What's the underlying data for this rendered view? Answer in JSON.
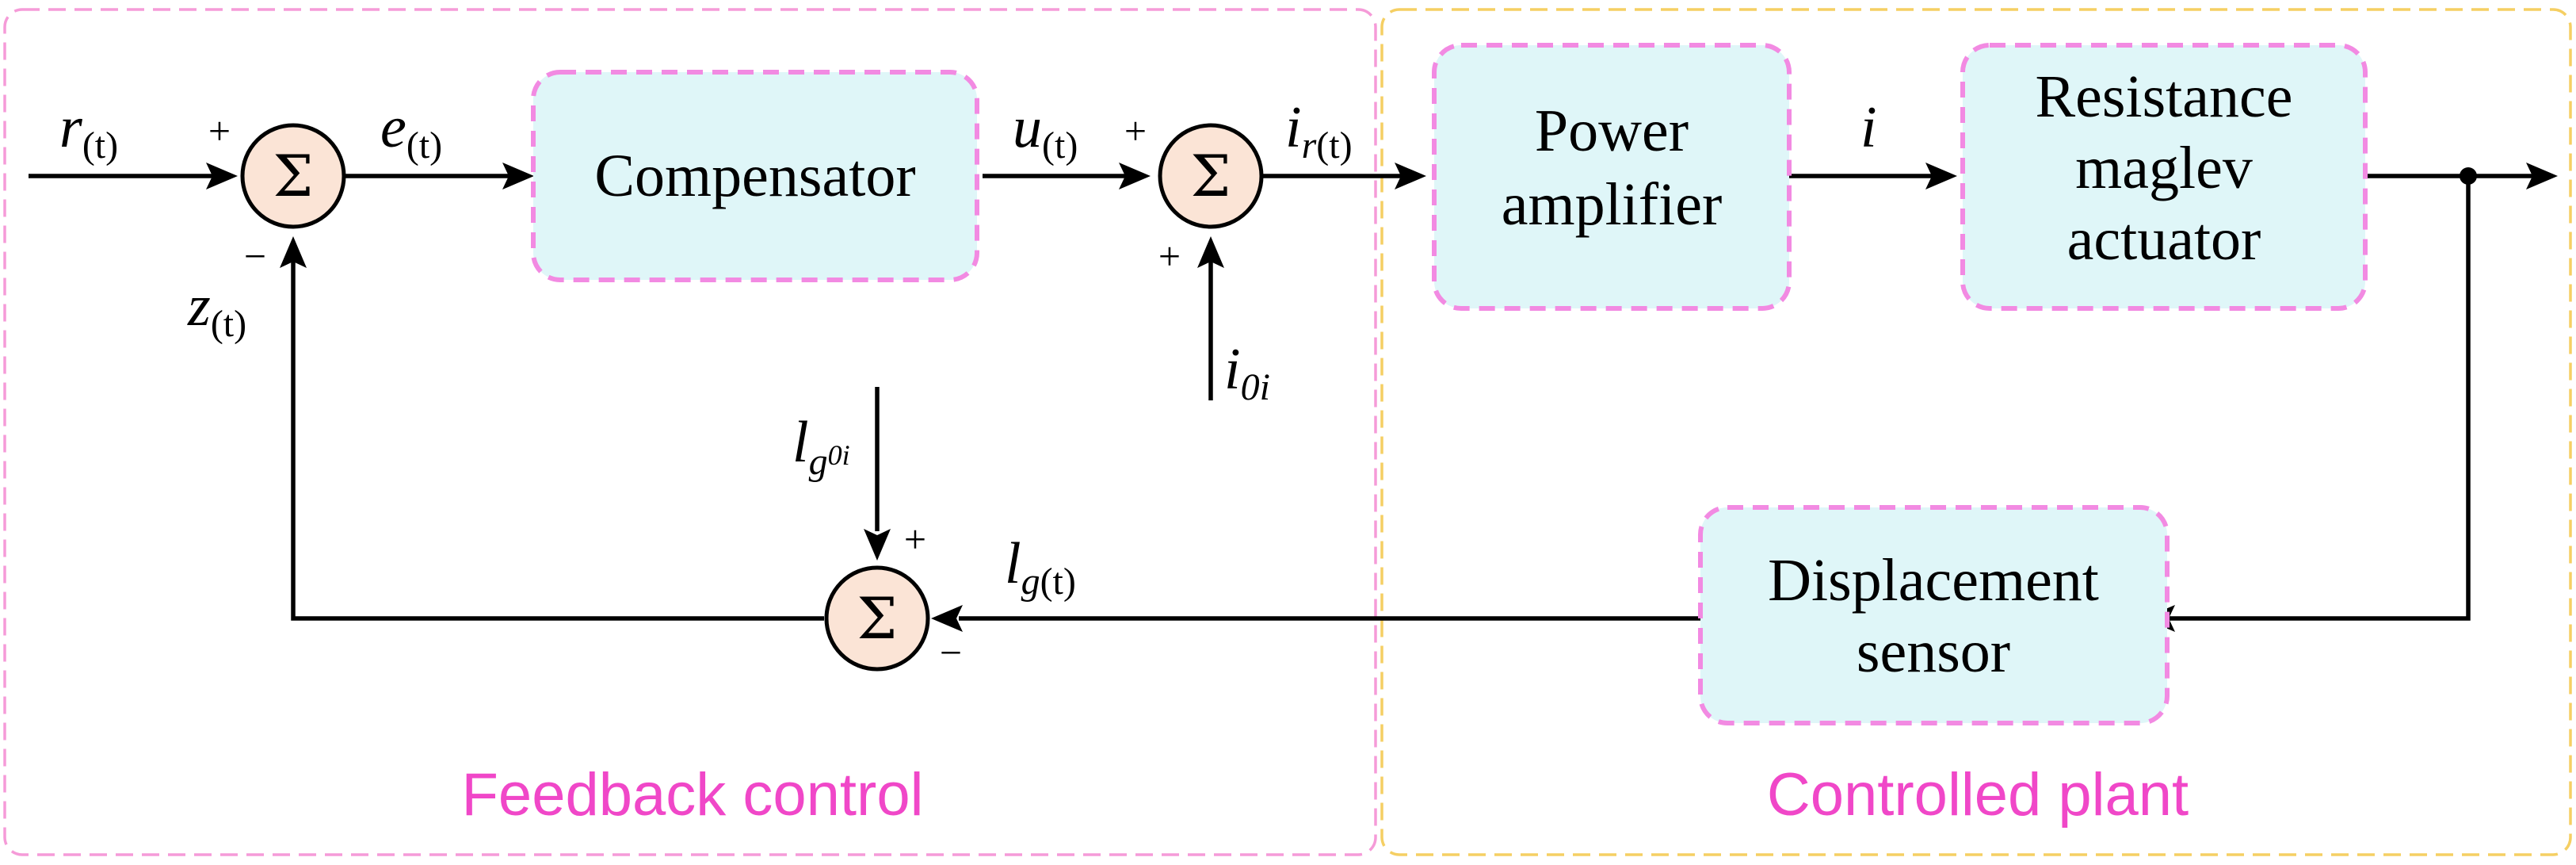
{
  "regions": {
    "feedback": {
      "title": "Feedback control",
      "border_color": "#f59bd8"
    },
    "plant": {
      "title": "Controlled plant",
      "border_color": "#f5cf63"
    }
  },
  "blocks": {
    "compensator": "Compensator",
    "power_amplifier": [
      "Power",
      "amplifier"
    ],
    "actuator": [
      "Resistance",
      "maglev",
      "actuator"
    ],
    "sensor": [
      "Displacement",
      "sensor"
    ]
  },
  "summing_junction_symbol": "Σ",
  "signals": {
    "r": {
      "main": "r",
      "sub": "(t)"
    },
    "e": {
      "main": "e",
      "sub": "(t)"
    },
    "u": {
      "main": "u",
      "sub": "(t)"
    },
    "ir": {
      "main": "i",
      "sub": "r",
      "sub_paren": "(t)"
    },
    "i": {
      "main": "i"
    },
    "i0i": {
      "main": "i",
      "sub": "0i"
    },
    "z": {
      "main": "z",
      "sub": "(t)"
    },
    "lg0i": {
      "main": "l",
      "sub": "g",
      "subsub": "0i"
    },
    "lg": {
      "main": "l",
      "sub": "g",
      "sub_paren": "(t)"
    }
  },
  "signs": {
    "sum1_top": "+",
    "sum1_bottom": "−",
    "sum2_top": "+",
    "sum2_bottom": "+",
    "sum3_top": "+",
    "sum3_bottom": "−"
  },
  "colors": {
    "block_fill": "#dff6f8",
    "block_border": "#f28ae2",
    "sum_fill": "#fbe4d6",
    "title_text": "#f047c8"
  }
}
